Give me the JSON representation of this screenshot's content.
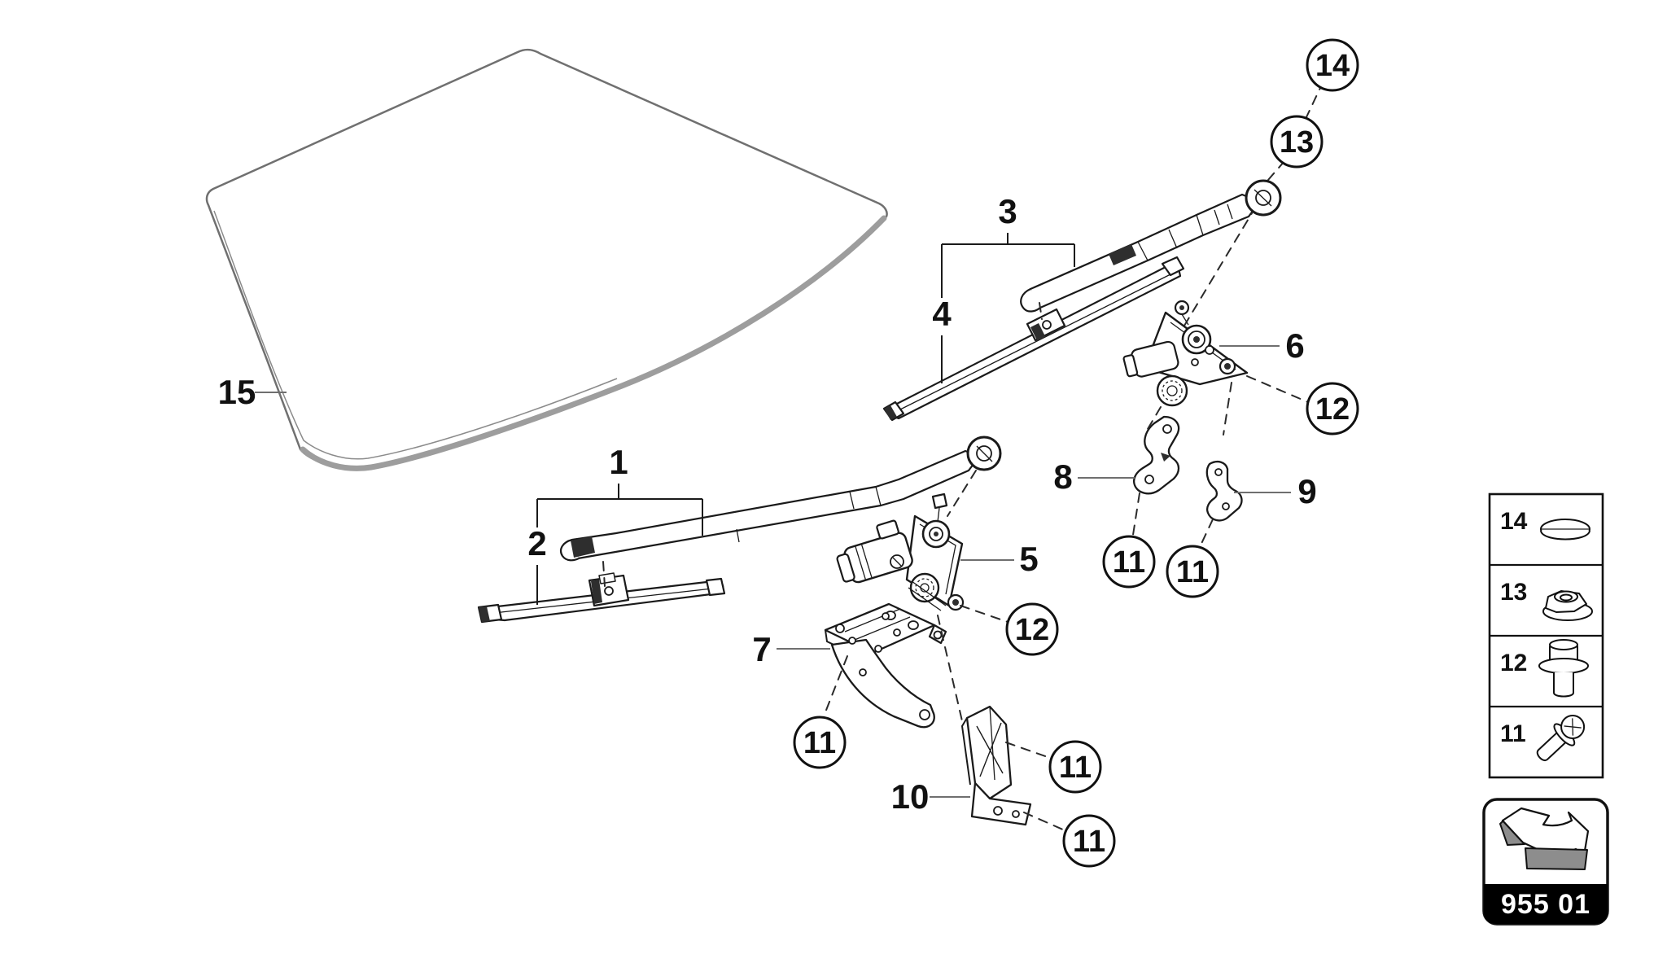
{
  "labels": {
    "wiper_arm_left": "1",
    "wiper_blade_left": "2",
    "wiper_arm_right": "3",
    "wiper_blade_right": "4",
    "wiper_motor_left": "5",
    "wiper_motor_right": "6",
    "mount_bracket_left": "7",
    "lever_bracket_left": "8",
    "lever_bracket_right": "9",
    "support_bracket_lower": "10",
    "windscreen": "15"
  },
  "callouts": {
    "c14": "14",
    "c13": "13",
    "c12_upper": "12",
    "c12_lower": "12",
    "c11_mid_left": "11",
    "c11_mid_right": "11",
    "c11_lower_left": "11",
    "c11_bracket_top": "11",
    "c11_bracket_bottom": "11"
  },
  "legend": {
    "rows": [
      {
        "number": "14",
        "icon": "cover-cap-icon"
      },
      {
        "number": "13",
        "icon": "flange-nut-icon"
      },
      {
        "number": "12",
        "icon": "flange-bolt-icon"
      },
      {
        "number": "11",
        "icon": "pan-head-screw-icon"
      }
    ]
  },
  "badge": {
    "code": "955 01",
    "icon": "exploded-view-arrow-icon"
  }
}
